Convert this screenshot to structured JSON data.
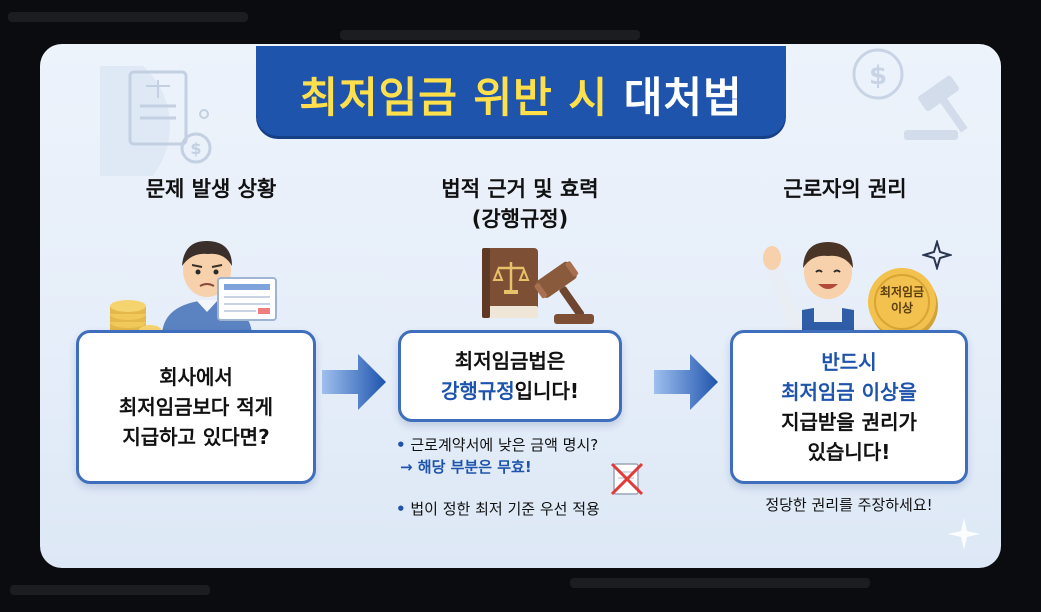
{
  "title": {
    "part1": "최저임금 위반 시",
    "part2": "대처법"
  },
  "columns": [
    {
      "heading": "문제 발생 상황",
      "lines": [
        "회사에서",
        "최저임금보다 적게",
        "지급하고 있다면?"
      ]
    },
    {
      "heading_line1": "법적 근거 및 효력",
      "heading_line2": "(강행규정)",
      "line1": "최저임금법은",
      "line2_blue": "강행규정",
      "line2_rest": "입니다!",
      "bullets": [
        {
          "text": "근로계약서에 낮은 금액 명시?",
          "sub": "→ 해당 부분은 무효!"
        },
        {
          "text": "법이 정한 최저 기준 우선 적용"
        }
      ]
    },
    {
      "heading": "근로자의 권리",
      "lines_blue": [
        "반드시",
        "최저임금 이상을"
      ],
      "lines": [
        "지급받을 권리가",
        "있습니다!"
      ],
      "coin_label_1": "최저임금",
      "coin_label_2": "이상",
      "note": "정당한 권리를 주장하세요!"
    }
  ],
  "icons": [
    "document-scale-icon",
    "dollar-coin-icon",
    "gavel-icon",
    "law-book-icon",
    "worker-worried-icon",
    "worker-happy-icon",
    "coin-stack-icon",
    "pay-slip-icon",
    "void-contract-icon",
    "sparkle-icon",
    "arrow-right-icon"
  ],
  "colors": {
    "primary_blue": "#1f54ad",
    "title_yellow": "#ffe04a",
    "card_bg": "#e9f0fa",
    "box_border": "#3f6fbc"
  }
}
